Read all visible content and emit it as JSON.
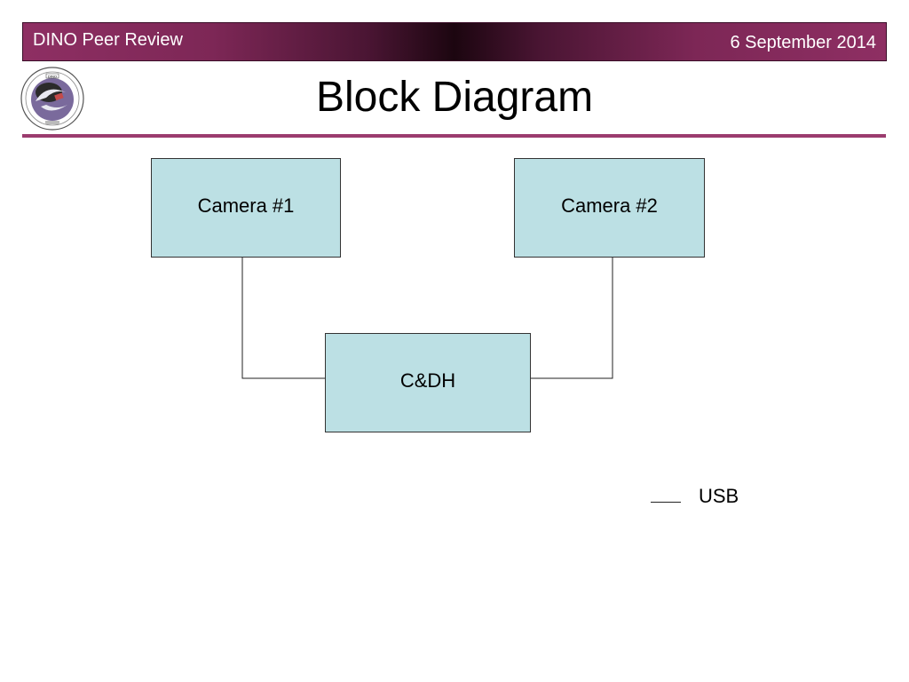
{
  "header": {
    "left_text": "DINO Peer Review",
    "date": "6 September 2014"
  },
  "logo": {
    "name": "dino-mission-patch",
    "text_top": "DINO",
    "colors": {
      "ring": "#7a6a9c",
      "body": "#2b2b2b",
      "accent": "#c44a4a"
    }
  },
  "slide": {
    "title": "Block Diagram"
  },
  "diagram": {
    "blocks": [
      {
        "id": "camera1",
        "label": "Camera #1"
      },
      {
        "id": "camera2",
        "label": "Camera #2"
      },
      {
        "id": "cdh",
        "label": "C&DH"
      }
    ],
    "connections": [
      {
        "from": "camera1",
        "to": "cdh",
        "type": "USB"
      },
      {
        "from": "camera2",
        "to": "cdh",
        "type": "USB"
      }
    ],
    "legend": [
      {
        "line": "solid",
        "label": "USB"
      }
    ],
    "colors": {
      "block_fill": "#bce0e4",
      "line": "#222222",
      "banner": "#8e2f63",
      "rule": "#9b3c6e"
    }
  }
}
